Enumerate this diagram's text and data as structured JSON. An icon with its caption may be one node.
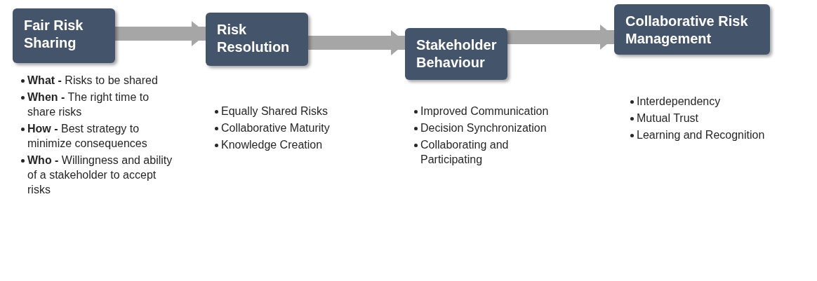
{
  "diagram": {
    "nodes": [
      {
        "text": [
          "Fair Risk Sharing"
        ],
        "beside": [
          "**What -** Risks to be shared",
          "**When -** The right time to share risks",
          "**How -** Best strategy to minimize consequences",
          "**Who -** Willingness and ability of a stakeholder to accept risks"
        ]
      },
      {
        "text": [
          "Risk Resolution"
        ],
        "beside": [
          "Equally Shared Risks",
          "Collaborative Maturity",
          "Knowledge Creation"
        ]
      },
      {
        "text": [
          "Stakeholder Behaviour"
        ],
        "beside": [
          "Improved Communication",
          "Decision Synchronization",
          "Collaborating and Participating"
        ]
      },
      {
        "text": [
          "Collaborative Risk Management"
        ],
        "beside": [
          "Interdependency",
          "Mutual Trust",
          "Learning and Recognition"
        ]
      }
    ],
    "edges": [
      {
        "from": 0,
        "to": 1,
        "arrow": "to"
      },
      {
        "from": 1,
        "to": 2,
        "arrow": "to"
      },
      {
        "from": 2,
        "to": 3,
        "arrow": "to"
      }
    ]
  }
}
